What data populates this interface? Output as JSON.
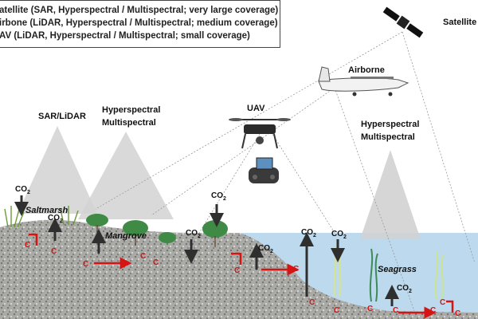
{
  "legend": {
    "satellite": "atellite (SAR, Hyperspectral / Multispectral; very large coverage)",
    "airborne": "irbone (LiDAR, Hyperspectral / Multispectral; medium coverage)",
    "uav": "AV (LiDAR, Hyperspectral / Multispectral; small coverage)"
  },
  "labels": {
    "satellite": "Satellite",
    "airborne": "Airborne",
    "uav": "UAV",
    "sar_lidar": "SAR/LiDAR",
    "hyper_left_1": "Hyperspectral",
    "hyper_left_2": "Multispectral",
    "hyper_right_1": "Hyperspectral",
    "hyper_right_2": "Multispectral",
    "saltmarsh": "Saltmarsh",
    "mangrove": "Mangrove",
    "seagrass": "Seagrass"
  },
  "symbols": {
    "co2_base": "CO",
    "co2_sub": "2",
    "carbon": "C"
  },
  "colors": {
    "sediment": "#a9a9a6",
    "water": "#bcd9ee",
    "cone": "#d2d2d2",
    "carbon": "#d61414",
    "arrow": "#2f2f2f"
  }
}
